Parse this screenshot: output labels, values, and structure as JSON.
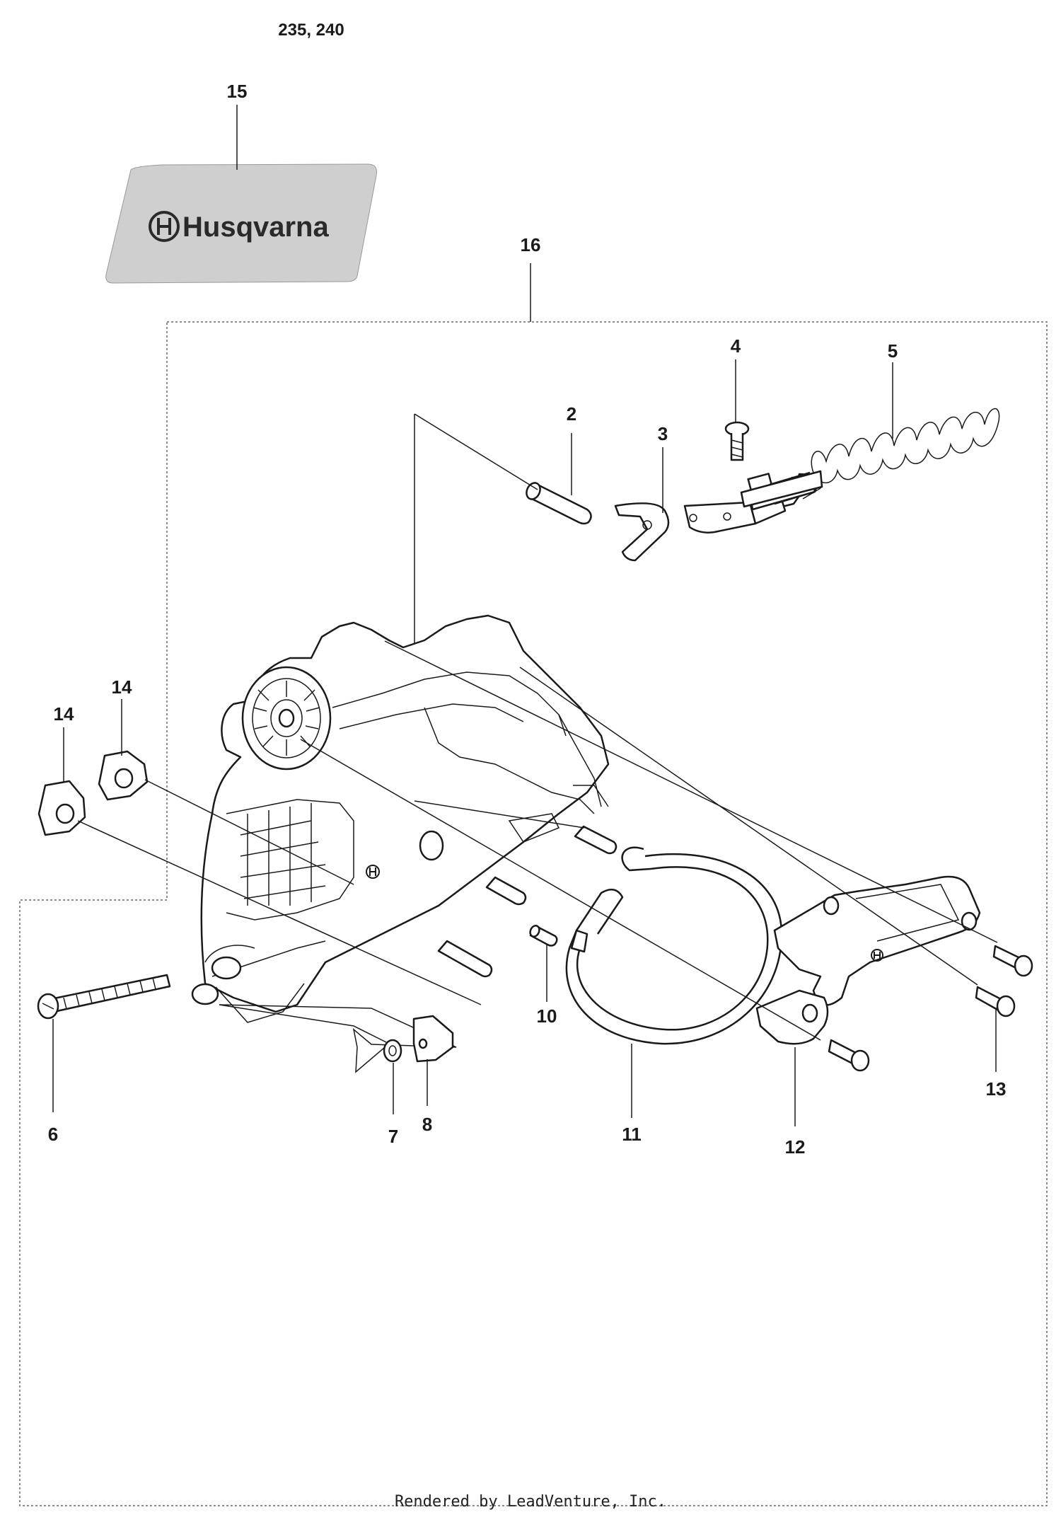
{
  "diagram": {
    "model_label": "235, 240",
    "brand_decal_text": "Husqvarna",
    "callouts": [
      "15",
      "16",
      "4",
      "5",
      "2",
      "3",
      "14",
      "14",
      "10",
      "13",
      "6",
      "7",
      "8",
      "11",
      "12"
    ],
    "footer": "Rendered by LeadVenture, Inc."
  }
}
